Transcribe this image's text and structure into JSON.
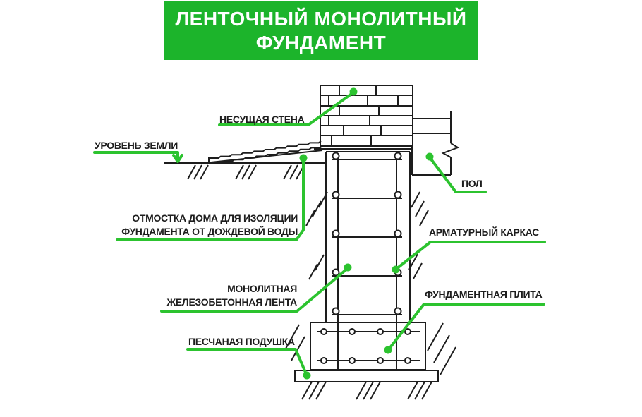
{
  "title": {
    "line1": "ЛЕНТОЧНЫЙ МОНОЛИТНЫЙ",
    "line2": "ФУНДАМЕНТ"
  },
  "labels": {
    "ground_level": "УРОВЕНЬ ЗЕМЛИ",
    "bearing_wall": "НЕСУЩАЯ СТЕНА",
    "floor": "ПОЛ",
    "blind_area_line1": "ОТМОСТКА ДОМА ДЛЯ ИЗОЛЯЦИИ",
    "blind_area_line2": "ФУНДАМЕНТА ОТ ДОЖДЕВОЙ ВОДЫ",
    "rebar_cage": "АРМАТУРНЫЙ КАРКАС",
    "monolithic_line1": "МОНОЛИТНАЯ",
    "monolithic_line2": "ЖЕЛЕЗОБЕТОННАЯ ЛЕНТА",
    "foundation_slab": "ФУНДАМЕНТНАЯ ПЛИТА",
    "sand_cushion": "ПЕСЧАНАЯ ПОДУШКА"
  },
  "colors": {
    "banner_green": "#1cb42b",
    "leader_green": "#2cc32f",
    "line_black": "#1d1d1d",
    "background": "#ffffff",
    "title_text": "#ffffff"
  }
}
